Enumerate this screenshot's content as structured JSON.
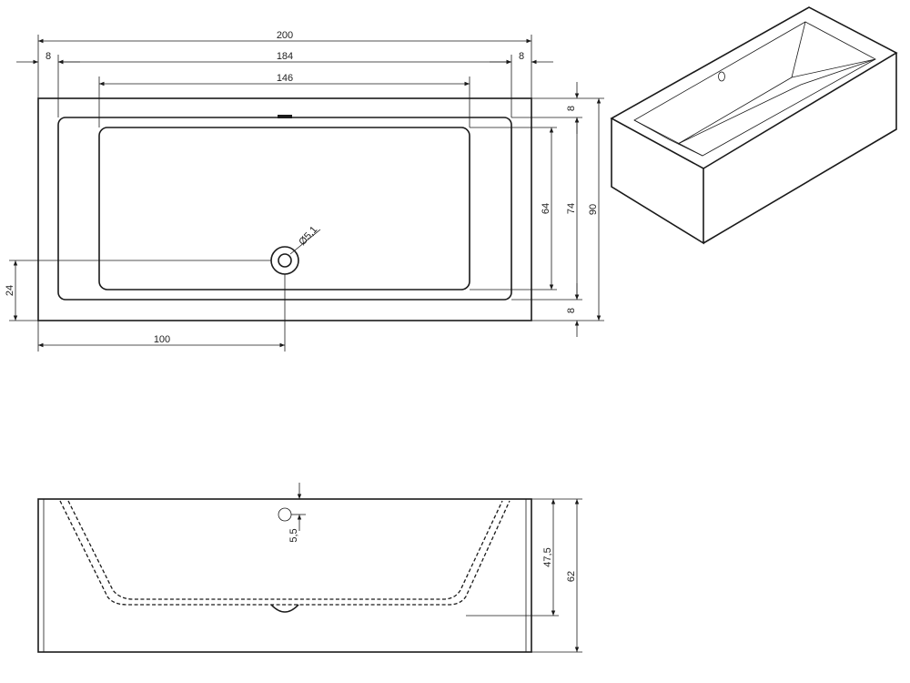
{
  "top_view": {
    "dims": {
      "overall_length": "200",
      "inner_length": "184",
      "basin_length": "146",
      "left_rim": "8",
      "right_rim": "8",
      "top_rim": "8",
      "bottom_rim": "8",
      "basin_width": "64",
      "inner_width": "74",
      "overall_width": "90",
      "drain_offset_y": "24",
      "drain_offset_x": "100",
      "drain_diameter": "Ø5,1"
    }
  },
  "side_view": {
    "dims": {
      "overflow_height": "5,5",
      "water_depth": "47,5",
      "overall_height": "62"
    }
  },
  "colors": {
    "line": "#1a1a1a",
    "background": "#ffffff"
  }
}
